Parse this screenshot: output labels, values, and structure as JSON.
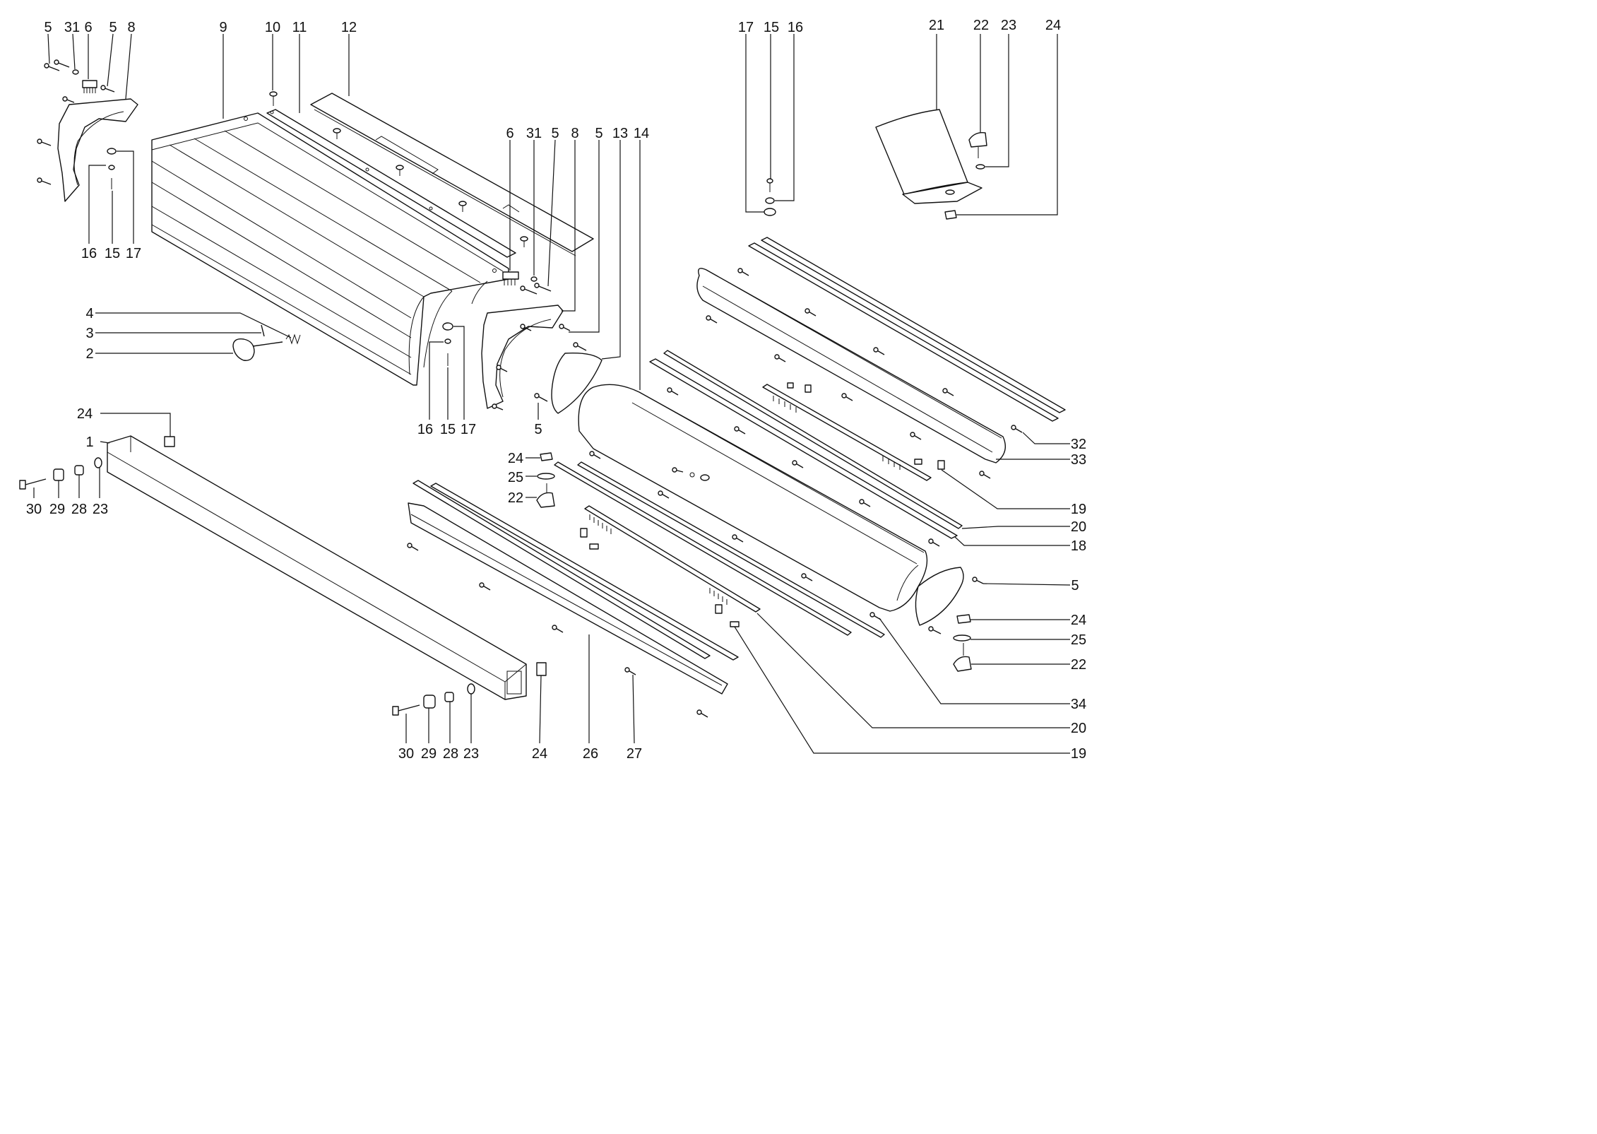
{
  "callouts": [
    {
      "id": "c-5a",
      "label": "5"
    },
    {
      "id": "c-31a",
      "label": "31"
    },
    {
      "id": "c-6a",
      "label": "6"
    },
    {
      "id": "c-5b",
      "label": "5"
    },
    {
      "id": "c-8a",
      "label": "8"
    },
    {
      "id": "c-9",
      "label": "9"
    },
    {
      "id": "c-10",
      "label": "10"
    },
    {
      "id": "c-11",
      "label": "11"
    },
    {
      "id": "c-12",
      "label": "12"
    },
    {
      "id": "c-16a",
      "label": "16"
    },
    {
      "id": "c-15a",
      "label": "15"
    },
    {
      "id": "c-17a",
      "label": "17"
    },
    {
      "id": "c-4",
      "label": "4"
    },
    {
      "id": "c-3",
      "label": "3"
    },
    {
      "id": "c-2",
      "label": "2"
    },
    {
      "id": "c-6b",
      "label": "6"
    },
    {
      "id": "c-31b",
      "label": "31"
    },
    {
      "id": "c-5c",
      "label": "5"
    },
    {
      "id": "c-8b",
      "label": "8"
    },
    {
      "id": "c-5d",
      "label": "5"
    },
    {
      "id": "c-13",
      "label": "13"
    },
    {
      "id": "c-14",
      "label": "14"
    },
    {
      "id": "c-16b",
      "label": "16"
    },
    {
      "id": "c-15b",
      "label": "15"
    },
    {
      "id": "c-17b",
      "label": "17"
    },
    {
      "id": "c-5e",
      "label": "5"
    },
    {
      "id": "c-17c",
      "label": "17"
    },
    {
      "id": "c-15c",
      "label": "15"
    },
    {
      "id": "c-16c",
      "label": "16"
    },
    {
      "id": "c-21",
      "label": "21"
    },
    {
      "id": "c-22a",
      "label": "22"
    },
    {
      "id": "c-23a",
      "label": "23"
    },
    {
      "id": "c-24a",
      "label": "24"
    },
    {
      "id": "c-24b",
      "label": "24"
    },
    {
      "id": "c-1",
      "label": "1"
    },
    {
      "id": "c-30a",
      "label": "30"
    },
    {
      "id": "c-29a",
      "label": "29"
    },
    {
      "id": "c-28a",
      "label": "28"
    },
    {
      "id": "c-23b",
      "label": "23"
    },
    {
      "id": "c-24c",
      "label": "24"
    },
    {
      "id": "c-25a",
      "label": "25"
    },
    {
      "id": "c-22b",
      "label": "22"
    },
    {
      "id": "c-32",
      "label": "32"
    },
    {
      "id": "c-33",
      "label": "33"
    },
    {
      "id": "c-19a",
      "label": "19"
    },
    {
      "id": "c-20a",
      "label": "20"
    },
    {
      "id": "c-18",
      "label": "18"
    },
    {
      "id": "c-5f",
      "label": "5"
    },
    {
      "id": "c-24d",
      "label": "24"
    },
    {
      "id": "c-25b",
      "label": "25"
    },
    {
      "id": "c-22c",
      "label": "22"
    },
    {
      "id": "c-34",
      "label": "34"
    },
    {
      "id": "c-20b",
      "label": "20"
    },
    {
      "id": "c-19b",
      "label": "19"
    },
    {
      "id": "c-30b",
      "label": "30"
    },
    {
      "id": "c-29b",
      "label": "29"
    },
    {
      "id": "c-28b",
      "label": "28"
    },
    {
      "id": "c-23c",
      "label": "23"
    },
    {
      "id": "c-24e",
      "label": "24"
    },
    {
      "id": "c-26",
      "label": "26"
    },
    {
      "id": "c-27",
      "label": "27"
    }
  ]
}
